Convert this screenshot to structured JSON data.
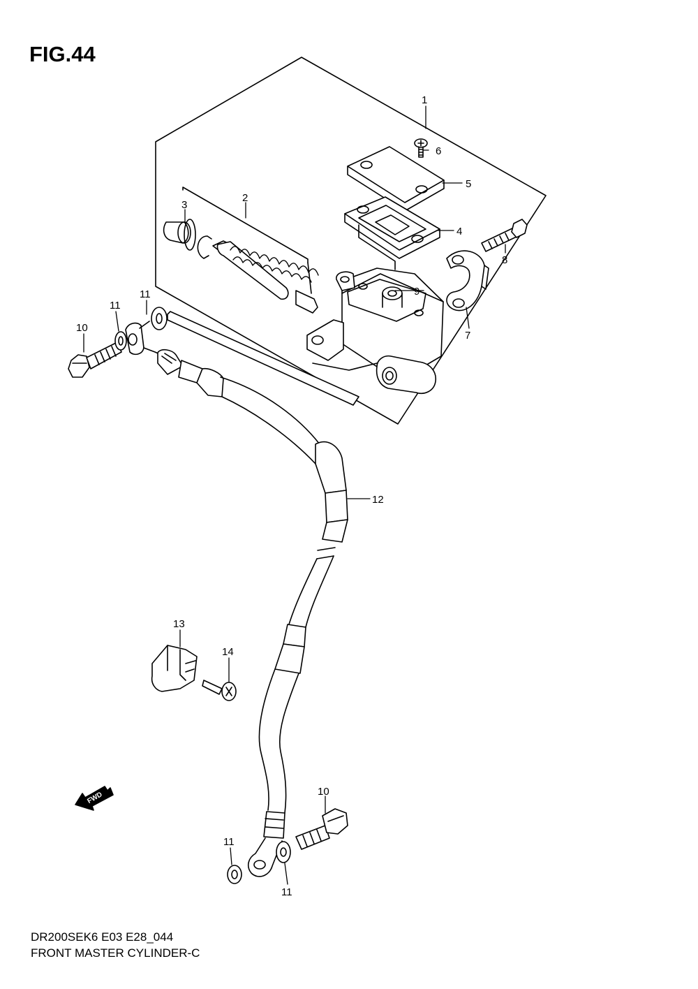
{
  "figure": {
    "title": "FIG.44",
    "model_code": "DR200SEK6 E03 E28_044",
    "caption": "FRONT MASTER CYLINDER-C"
  },
  "callouts": {
    "c1": "1",
    "c2": "2",
    "c3": "3",
    "c4": "4",
    "c5": "5",
    "c6": "6",
    "c7": "7",
    "c8": "8",
    "c9": "9",
    "c10a": "10",
    "c10b": "10",
    "c11a": "11",
    "c11b": "11",
    "c11c": "11",
    "c11d": "11",
    "c12": "12",
    "c13": "13",
    "c14": "14"
  },
  "direction_badge": "FWD"
}
